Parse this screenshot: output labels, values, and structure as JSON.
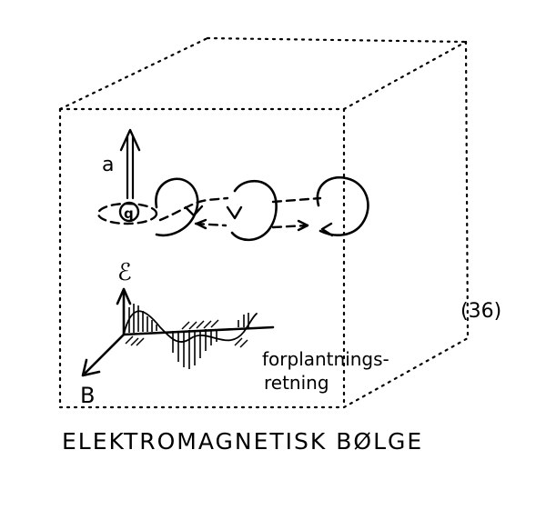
{
  "figure_number": "(36)",
  "labels": {
    "acceleration": "a",
    "charge": "q",
    "electric_field": "ℰ",
    "magnetic_field": "B",
    "propagation_line1": "forplantnings-",
    "propagation_line2": "retning",
    "caption": "ELEKTROMAGNETISK BØLGE"
  }
}
